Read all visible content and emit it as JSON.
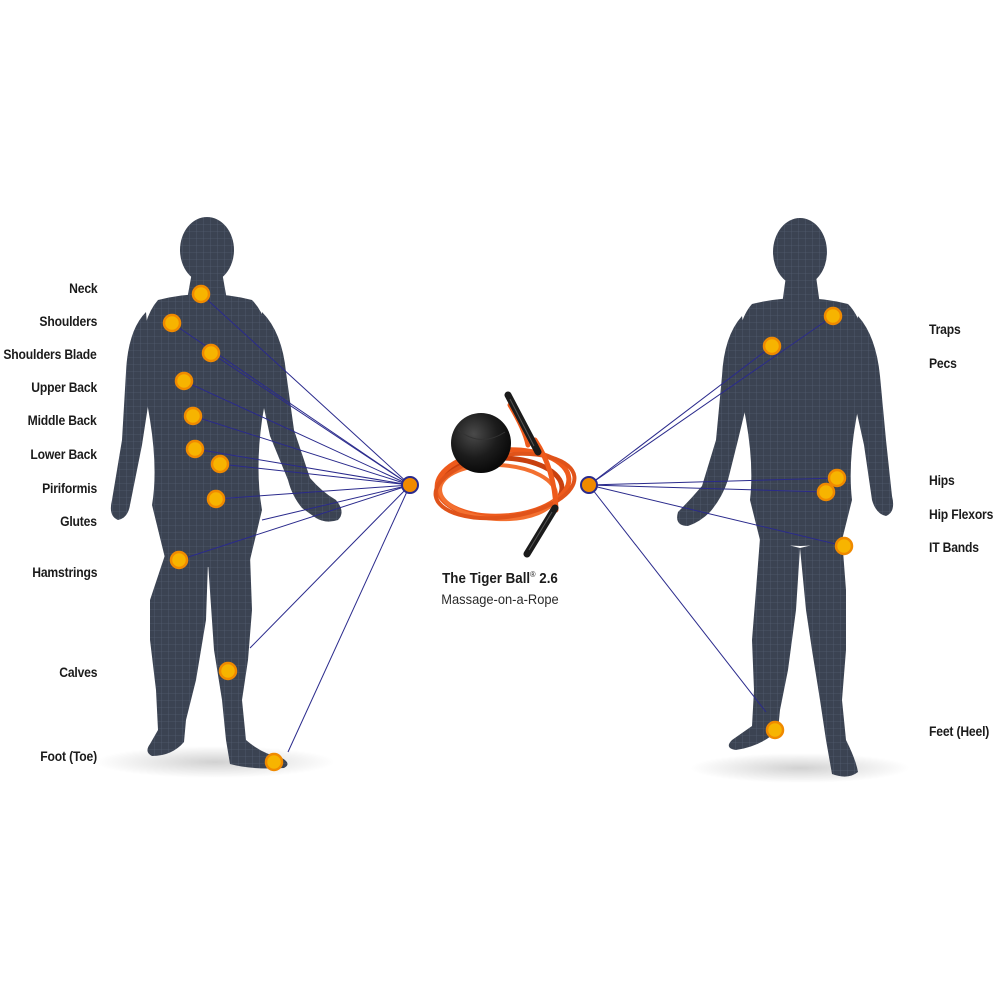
{
  "product": {
    "name": "The Tiger Ball",
    "registered_mark": "®",
    "version": "2.6",
    "subtitle": "Massage-on-a-Rope"
  },
  "back_view": {
    "labels": [
      "Neck",
      "Shoulders",
      "Shoulders Blade",
      "Upper Back",
      "Middle Back",
      "Lower Back",
      "Piriformis",
      "Glutes",
      "Hamstrings",
      "Calves",
      "Foot (Toe)"
    ]
  },
  "front_view": {
    "labels": [
      "Traps",
      "Pecs",
      "Hips",
      "Hip Flexors",
      "IT Bands",
      "Feet (Heel)"
    ]
  },
  "colors": {
    "body": "#3b4352",
    "mesh": "#5a6478",
    "marker_fill": "#f7b400",
    "marker_ring": "#f08a00",
    "connector": "#2a2a8c",
    "rope": "#ee5a1c",
    "ball": "#1c1c1c"
  }
}
